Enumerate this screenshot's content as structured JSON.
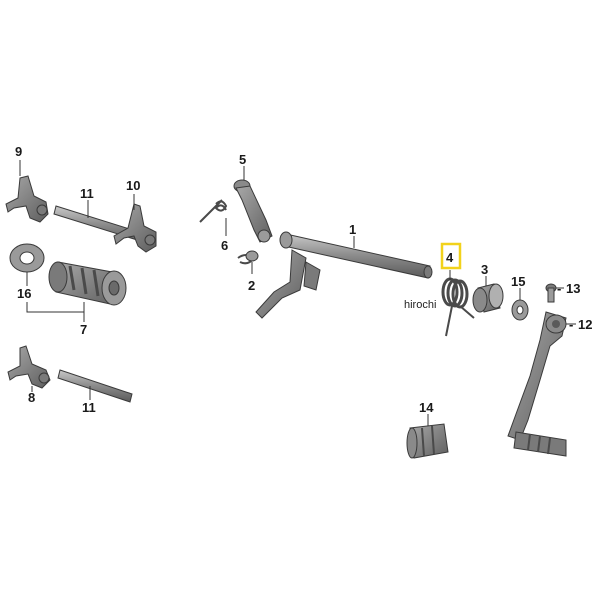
{
  "colors": {
    "part_dark": "#6b6b6b",
    "part_mid": "#8c8c8c",
    "part_light": "#b5b5b5",
    "highlight": "#f2d21b"
  },
  "callouts": {
    "c1": "1",
    "c2": "2",
    "c3": "3",
    "c4": "4",
    "c5": "5",
    "c6": "6",
    "c7": "7",
    "c8": "8",
    "c9": "9",
    "c10": "10",
    "c11a": "11",
    "c11b": "11",
    "c12": "12",
    "c13": "13",
    "c14": "14",
    "c15": "15",
    "c16": "16"
  },
  "highlighted_part": "4",
  "watermark": "hirochi"
}
